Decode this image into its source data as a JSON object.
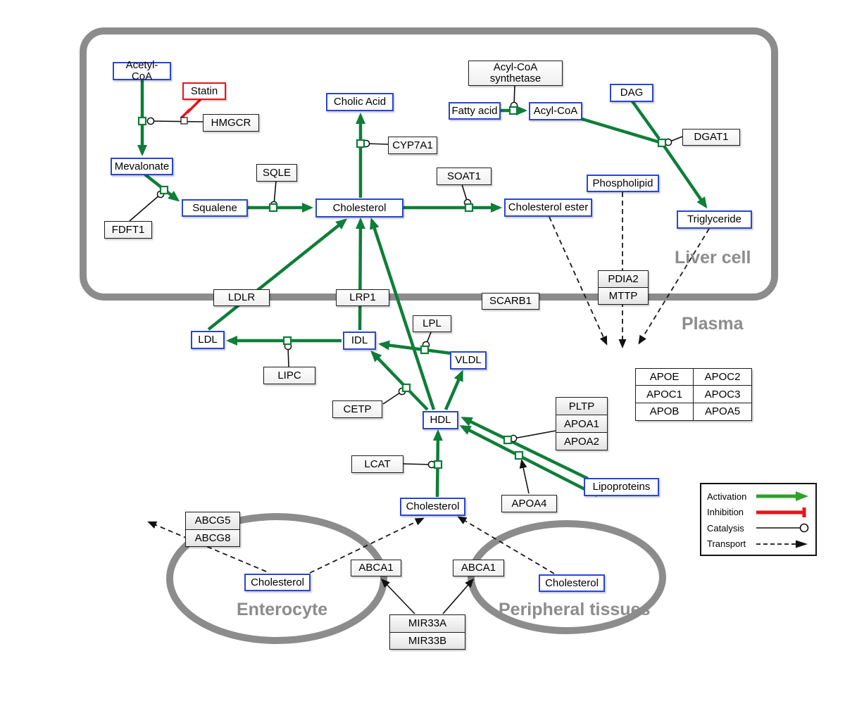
{
  "regions": {
    "liver": {
      "label": "Liver cell"
    },
    "plasma": {
      "label": "Plasma"
    },
    "enterocyte": {
      "label": "Enterocyte"
    },
    "peripheral": {
      "label": "Peripheral tissues"
    }
  },
  "nodes": {
    "acetyl_coa": {
      "label": "Acetyl-CoA",
      "type": "metabolite"
    },
    "statin": {
      "label": "Statin",
      "type": "drug"
    },
    "hmgcr": {
      "label": "HMGCR",
      "type": "enzyme"
    },
    "mevalonate": {
      "label": "Mevalonate",
      "type": "metabolite"
    },
    "fdft1": {
      "label": "FDFT1",
      "type": "enzyme"
    },
    "squalene": {
      "label": "Squalene",
      "type": "metabolite"
    },
    "sqle": {
      "label": "SQLE",
      "type": "enzyme"
    },
    "cholic_acid": {
      "label": "Cholic Acid",
      "type": "metabolite"
    },
    "cyp7a1": {
      "label": "CYP7A1",
      "type": "enzyme"
    },
    "cholesterol_liver": {
      "label": "Cholesterol",
      "type": "metabolite"
    },
    "soat1": {
      "label": "SOAT1",
      "type": "enzyme"
    },
    "cholesterol_ester": {
      "label": "Cholesterol ester",
      "type": "metabolite"
    },
    "acyl_coa_synthetase": {
      "label": "Acyl-CoA synthetase",
      "type": "enzyme"
    },
    "fatty_acid": {
      "label": "Fatty acid",
      "type": "metabolite"
    },
    "acyl_coa": {
      "label": "Acyl-CoA",
      "type": "metabolite"
    },
    "dag": {
      "label": "DAG",
      "type": "metabolite"
    },
    "dgat1": {
      "label": "DGAT1",
      "type": "enzyme"
    },
    "phospholipid": {
      "label": "Phospholipid",
      "type": "metabolite"
    },
    "triglyceride": {
      "label": "Triglyceride",
      "type": "metabolite"
    },
    "ldlr": {
      "label": "LDLR",
      "type": "receptor"
    },
    "lrp1": {
      "label": "LRP1",
      "type": "receptor"
    },
    "scarb1": {
      "label": "SCARB1",
      "type": "receptor"
    },
    "pdia2": {
      "label": "PDIA2",
      "type": "enzyme"
    },
    "mttp": {
      "label": "MTTP",
      "type": "enzyme"
    },
    "ldl": {
      "label": "LDL",
      "type": "lipoprotein"
    },
    "idl": {
      "label": "IDL",
      "type": "lipoprotein"
    },
    "lipc": {
      "label": "LIPC",
      "type": "enzyme"
    },
    "lpl": {
      "label": "LPL",
      "type": "enzyme"
    },
    "vldl": {
      "label": "VLDL",
      "type": "lipoprotein"
    },
    "cetp": {
      "label": "CETP",
      "type": "enzyme"
    },
    "hdl": {
      "label": "HDL",
      "type": "lipoprotein"
    },
    "lcat": {
      "label": "LCAT",
      "type": "enzyme"
    },
    "pltp": {
      "label": "PLTP",
      "type": "protein"
    },
    "apoa1": {
      "label": "APOA1",
      "type": "protein"
    },
    "apoa2": {
      "label": "APOA2",
      "type": "protein"
    },
    "apoa4": {
      "label": "APOA4",
      "type": "protein"
    },
    "lipoproteins": {
      "label": "Lipoproteins",
      "type": "metabolite"
    },
    "cholesterol_plasma": {
      "label": "Cholesterol",
      "type": "metabolite"
    },
    "abcg5": {
      "label": "ABCG5",
      "type": "transporter"
    },
    "abcg8": {
      "label": "ABCG8",
      "type": "transporter"
    },
    "cholesterol_enterocyte": {
      "label": "Cholesterol",
      "type": "metabolite"
    },
    "abca1_left": {
      "label": "ABCA1",
      "type": "transporter"
    },
    "abca1_right": {
      "label": "ABCA1",
      "type": "transporter"
    },
    "cholesterol_peripheral": {
      "label": "Cholesterol",
      "type": "metabolite"
    },
    "mir33a": {
      "label": "MIR33A",
      "type": "mirna"
    },
    "mir33b": {
      "label": "MIR33B",
      "type": "mirna"
    }
  },
  "apo": {
    "rows": [
      [
        "APOE",
        "APOC2"
      ],
      [
        "APOC1",
        "APOC3"
      ],
      [
        "APOB",
        "APOA5"
      ]
    ]
  },
  "legend": {
    "items": [
      {
        "label": "Activation",
        "type": "activation"
      },
      {
        "label": "Inhibition",
        "type": "inhibition"
      },
      {
        "label": "Catalysis",
        "type": "catalysis"
      },
      {
        "label": "Transport",
        "type": "transport"
      }
    ]
  },
  "edges": {
    "activation": [
      "Acetyl-CoA -> Mevalonate",
      "Mevalonate -> Squalene",
      "Squalene -> Cholesterol",
      "Cholesterol -> Cholic Acid",
      "Cholesterol -> Cholesterol ester",
      "Fatty acid -> Acyl-CoA",
      "Acyl-CoA -> Triglyceride",
      "DAG -> Triglyceride",
      "LDL -> Cholesterol (liver)",
      "IDL -> Cholesterol (liver)",
      "HDL -> Cholesterol (liver)",
      "IDL -> LDL",
      "VLDL -> IDL",
      "HDL -> VLDL",
      "HDL -> IDL",
      "Lipoproteins -> HDL",
      "Cholesterol (plasma) -> HDL"
    ],
    "catalysis": [
      "HMGCR",
      "FDFT1",
      "SQLE",
      "CYP7A1",
      "SOAT1",
      "Acyl-CoA synthetase",
      "DGAT1",
      "LIPC",
      "LPL",
      "CETP",
      "LCAT",
      "PLTP/APOA1/APOA2",
      "APOA4",
      "MIR33A/MIR33B -> ABCA1"
    ],
    "inhibition": [
      "Statin -| HMGCR"
    ],
    "transport": [
      "Phospholipid -> Plasma",
      "Cholesterol ester -> Plasma",
      "Triglyceride -> Plasma",
      "Cholesterol (enterocyte) -> ABCG5/ABCG8 -> out",
      "Cholesterol (enterocyte) -> ABCA1 -> Cholesterol (plasma)",
      "Cholesterol (peripheral) -> ABCA1 -> Cholesterol (plasma)"
    ]
  },
  "colors": {
    "activation_green": "#0e7e38",
    "inhibition_red": "#e81418",
    "metabolite_border_blue": "#2a46d4",
    "membrane_gray": "#8c8c8c",
    "catalysis_black": "#111111"
  }
}
